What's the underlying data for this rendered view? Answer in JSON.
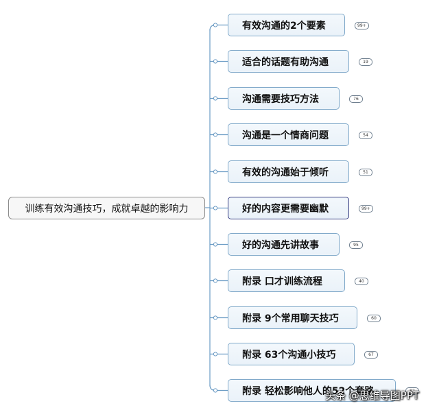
{
  "central_topic": "训练有效沟通技巧，成就卓越的影响力",
  "branches": [
    {
      "label": "有效沟通的2个要素",
      "count": "99+"
    },
    {
      "label": "适合的话题有助沟通",
      "count": "19"
    },
    {
      "label": "沟通需要技巧方法",
      "count": "76"
    },
    {
      "label": "沟通是一个情商问题",
      "count": "54"
    },
    {
      "label": "有效的沟通始于倾听",
      "count": "51"
    },
    {
      "label": "好的内容更需要幽默",
      "count": "99+"
    },
    {
      "label": "好的沟通先讲故事",
      "count": "95"
    },
    {
      "label": "附录  口才训练流程",
      "count": "40"
    },
    {
      "label": "附录 9个常用聊天技巧",
      "count": "60"
    },
    {
      "label": "附录 63个沟通小技巧",
      "count": "67"
    },
    {
      "label": "附录  轻松影响他人的52个套路",
      "count": "82"
    }
  ],
  "watermark": "头条 @思维导图PPT",
  "colors": {
    "connector": "#6a9bc4",
    "node_border": "#7fa8c9",
    "selected_border": "#333a80"
  }
}
